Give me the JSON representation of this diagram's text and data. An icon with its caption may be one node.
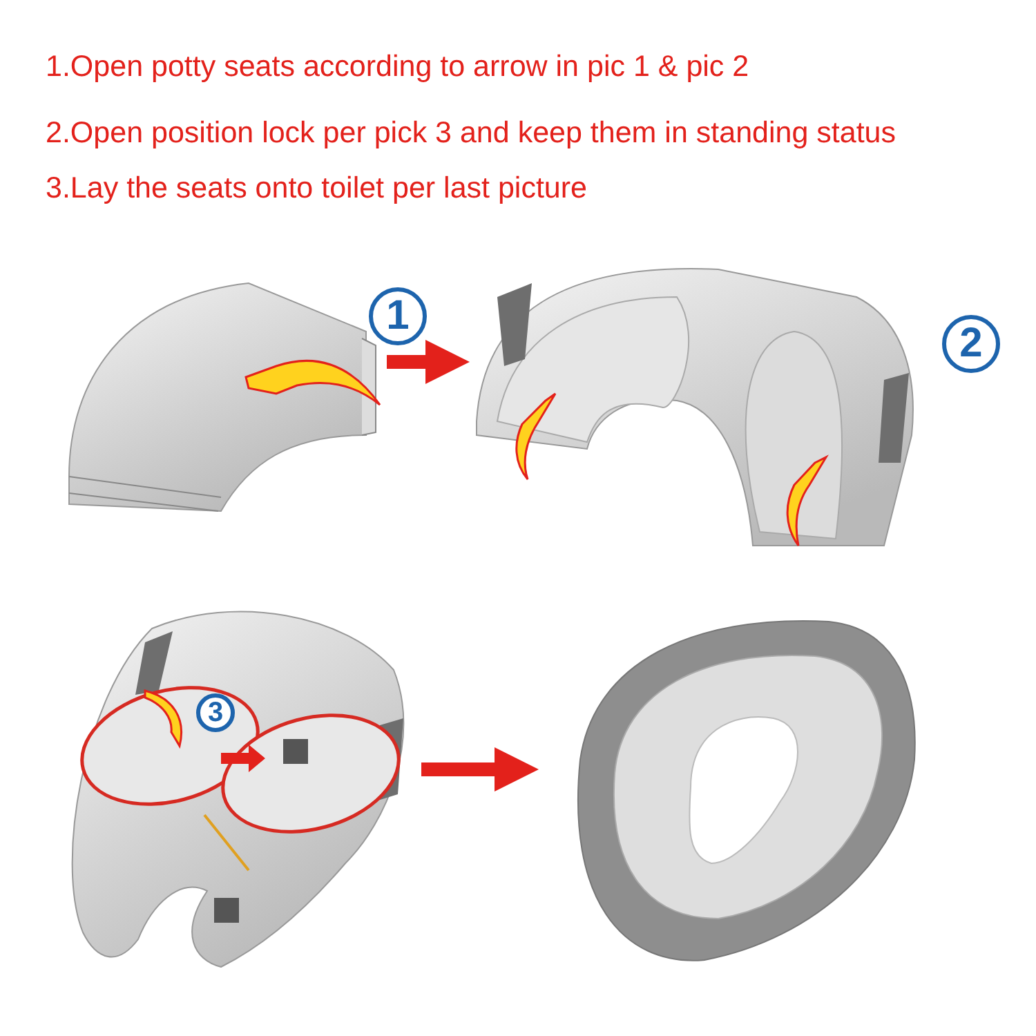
{
  "diagram": {
    "nodes": [
      {
        "text": [],
        "shape": "picture"
      },
      {
        "text": [
          "1"
        ]
      },
      {
        "text": [],
        "shape": "picture"
      },
      {
        "text": [
          "2"
        ]
      },
      {
        "text": [],
        "shape": "picture"
      },
      {
        "text": [
          "3"
        ],
        "in": 4
      },
      {
        "text": [],
        "shape": "picture"
      }
    ],
    "edges": [
      {
        "from": 0,
        "to": 2,
        "arrow": "to"
      },
      {
        "from": 4,
        "to": 6,
        "arrow": "to"
      }
    ],
    "labels": [
      "1.Open potty seats according to arrow in pic 1 & pic 2",
      "2.Open position lock per pick 3 and keep them in standing status",
      "3.Lay the seats onto toilet per last picture"
    ]
  }
}
